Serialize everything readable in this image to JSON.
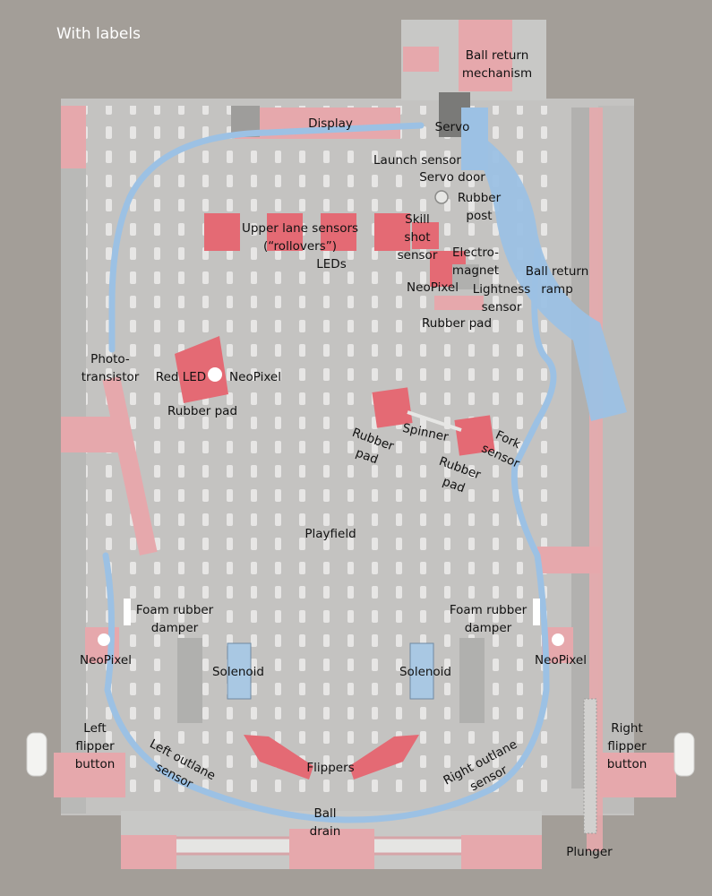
{
  "page_title": "With labels",
  "labels": {
    "ball_return_mechanism": "Ball return\nmechanism",
    "display": "Display",
    "servo": "Servo",
    "launch_sensor": "Launch sensor",
    "servo_door": "Servo door",
    "rubber_post": "Rubber\npost",
    "upper_lane_sensors": "Upper lane sensors\n(“rollovers”)",
    "leds": "LEDs",
    "skill_shot_sensor": "Skill\nshot\nsensor",
    "electromagnet": "Electro-\nmagnet",
    "neopixel_top": "NeoPixel",
    "lightness_sensor": "Lightness\nsensor",
    "ball_return_ramp": "Ball return\nramp",
    "rubber_pad_top": "Rubber pad",
    "phototransistor": "Photo-\ntransistor",
    "red_led": "Red LED",
    "neopixel_mid": "NeoPixel",
    "rubber_pad_mid": "Rubber pad",
    "spinner": "Spinner",
    "fork_sensor": "Fork\nsensor",
    "rubber_pad_spinner_left": "Rubber\npad",
    "rubber_pad_spinner_right": "Rubber\npad",
    "playfield": "Playfield",
    "foam_damper_left": "Foam rubber\ndamper",
    "foam_damper_right": "Foam rubber\ndamper",
    "neopixel_left": "NeoPixel",
    "neopixel_right": "NeoPixel",
    "solenoid_left": "Solenoid",
    "solenoid_right": "Solenoid",
    "left_flipper_button": "Left\nflipper\nbutton",
    "right_flipper_button": "Right\nflipper\nbutton",
    "left_outlane_sensor": "Left outlane\nsensor",
    "right_outlane_sensor": "Right outlane\nsensor",
    "flippers": "Flippers",
    "ball_drain": "Ball\ndrain",
    "plunger": "Plunger"
  }
}
